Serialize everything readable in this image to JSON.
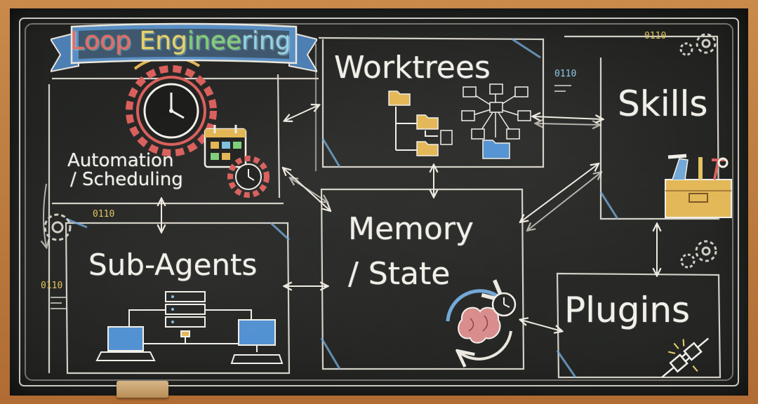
{
  "title": "Loop Engineering",
  "nodes": {
    "automation": {
      "line1": "Automation",
      "line2": "/ Scheduling"
    },
    "worktrees": {
      "label": "Worktrees"
    },
    "skills": {
      "label": "Skills"
    },
    "memory": {
      "line1": "Memory",
      "line2": "/ State"
    },
    "subagents": {
      "label": "Sub-Agents"
    },
    "plugins": {
      "label": "Plugins"
    }
  },
  "binary_labels": [
    "0110",
    "0110",
    "0110",
    "0110"
  ],
  "colors": {
    "chalk": "#f1efe8",
    "banner_blue": "#5a8fc4",
    "title_red": "#e86a6a",
    "title_yellow": "#e8d26a",
    "title_green": "#7fd07a",
    "title_cyan": "#8fd3f0",
    "gear_red": "#d9605c",
    "folder_yellow": "#e3b654",
    "folder_blue": "#4f8fd1",
    "accent_blue": "#6fa6d6"
  },
  "icons": [
    "gear-clock-icon",
    "calendar-icon",
    "folder-tree-icon",
    "network-diagram-icon",
    "toolbox-icon",
    "brain-clock-icon",
    "server-icon",
    "laptop-icon",
    "monitor-icon",
    "plug-icon",
    "gear-icon",
    "binary-code-icon"
  ]
}
